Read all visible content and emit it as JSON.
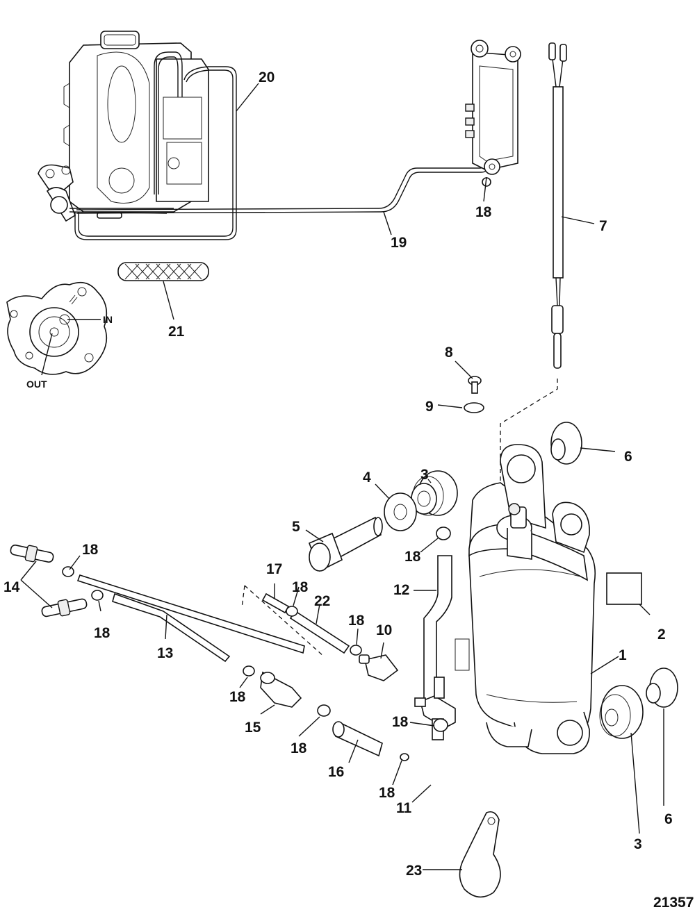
{
  "diagram": {
    "figure_number": "21357",
    "port_labels": {
      "in": "IN",
      "out": "OUT"
    },
    "callouts": [
      {
        "id": "c1",
        "text": "1"
      },
      {
        "id": "c2",
        "text": "2"
      },
      {
        "id": "c3a",
        "text": "3"
      },
      {
        "id": "c3b",
        "text": "3"
      },
      {
        "id": "c4",
        "text": "4"
      },
      {
        "id": "c5",
        "text": "5"
      },
      {
        "id": "c6a",
        "text": "6"
      },
      {
        "id": "c6b",
        "text": "6"
      },
      {
        "id": "c7",
        "text": "7"
      },
      {
        "id": "c8",
        "text": "8"
      },
      {
        "id": "c9",
        "text": "9"
      },
      {
        "id": "c10",
        "text": "10"
      },
      {
        "id": "c11",
        "text": "11"
      },
      {
        "id": "c12",
        "text": "12"
      },
      {
        "id": "c13",
        "text": "13"
      },
      {
        "id": "c14",
        "text": "14"
      },
      {
        "id": "c15",
        "text": "15"
      },
      {
        "id": "c16",
        "text": "16"
      },
      {
        "id": "c17",
        "text": "17"
      },
      {
        "id": "c18a",
        "text": "18"
      },
      {
        "id": "c18b",
        "text": "18"
      },
      {
        "id": "c18c",
        "text": "18"
      },
      {
        "id": "c18d",
        "text": "18"
      },
      {
        "id": "c18e",
        "text": "18"
      },
      {
        "id": "c18f",
        "text": "18"
      },
      {
        "id": "c18g",
        "text": "18"
      },
      {
        "id": "c18h",
        "text": "18"
      },
      {
        "id": "c18i",
        "text": "18"
      },
      {
        "id": "c18j",
        "text": "18"
      },
      {
        "id": "c19",
        "text": "19"
      },
      {
        "id": "c20",
        "text": "20"
      },
      {
        "id": "c21",
        "text": "21"
      },
      {
        "id": "c22",
        "text": "22"
      },
      {
        "id": "c23",
        "text": "23"
      }
    ]
  }
}
